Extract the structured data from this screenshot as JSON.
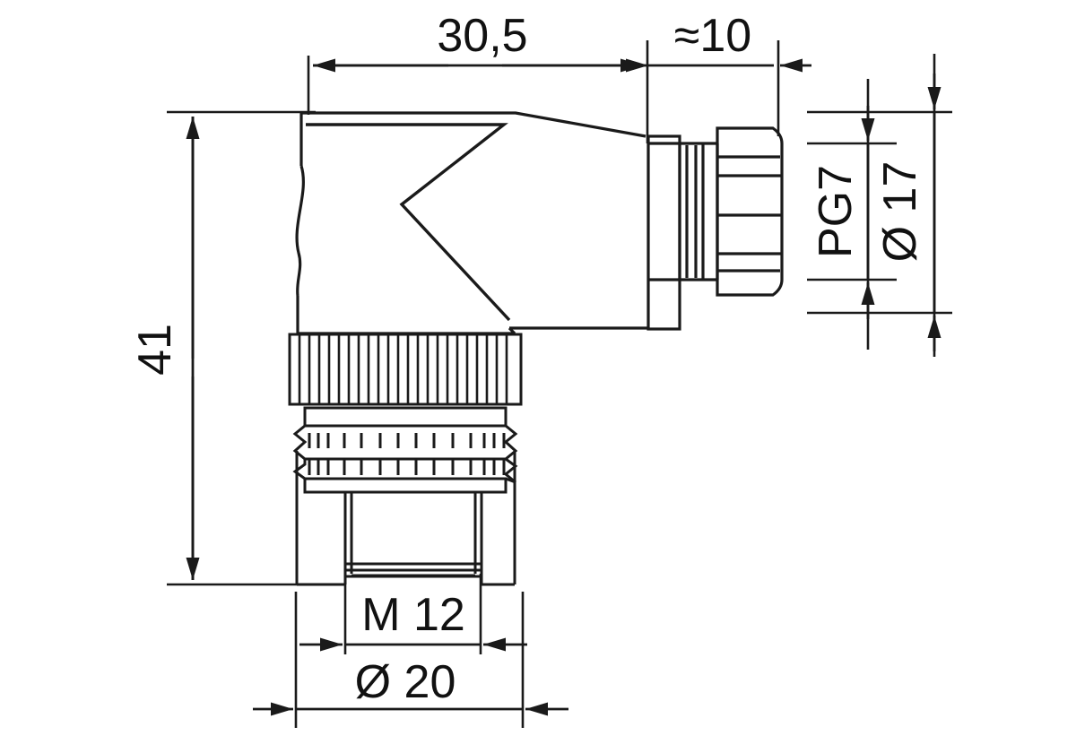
{
  "drawing": {
    "title": "M12 right-angle field-attachable connector dimensional drawing",
    "type": "technical-dimension-drawing",
    "units": "mm",
    "line_color": "#1a1a1a",
    "background_color": "#ffffff"
  },
  "dimensions": {
    "length_body": "30,5",
    "length_gland": "≈10",
    "height_total": "41",
    "gland_thread": "PG7",
    "gland_diameter": "Ø 17",
    "connector_thread": "M 12",
    "knurl_diameter": "Ø 20"
  },
  "labels": [
    {
      "name": "dim-30-5",
      "text": "30,5",
      "orientation": "horizontal"
    },
    {
      "name": "dim-10",
      "text": "≈10",
      "orientation": "horizontal"
    },
    {
      "name": "dim-41",
      "text": "41",
      "orientation": "vertical"
    },
    {
      "name": "dim-pg7",
      "text": "PG7",
      "orientation": "vertical"
    },
    {
      "name": "dim-d17",
      "text": "Ø 17",
      "orientation": "vertical"
    },
    {
      "name": "dim-m12",
      "text": "M 12",
      "orientation": "horizontal"
    },
    {
      "name": "dim-d20",
      "text": "Ø 20",
      "orientation": "horizontal"
    }
  ],
  "parts": [
    {
      "name": "connector-body",
      "description": "angled housing with arrow/chevron marking"
    },
    {
      "name": "knurled-nut",
      "description": "knurled coupling ring"
    },
    {
      "name": "hex-collar",
      "description": "two-row serrated collar"
    },
    {
      "name": "m12-thread",
      "description": "M12 threaded coupling end"
    },
    {
      "name": "pg7-cable-gland",
      "description": "PG7 cable gland with dome nut"
    },
    {
      "name": "break-line",
      "description": "S-shaped section break on left edge"
    }
  ]
}
